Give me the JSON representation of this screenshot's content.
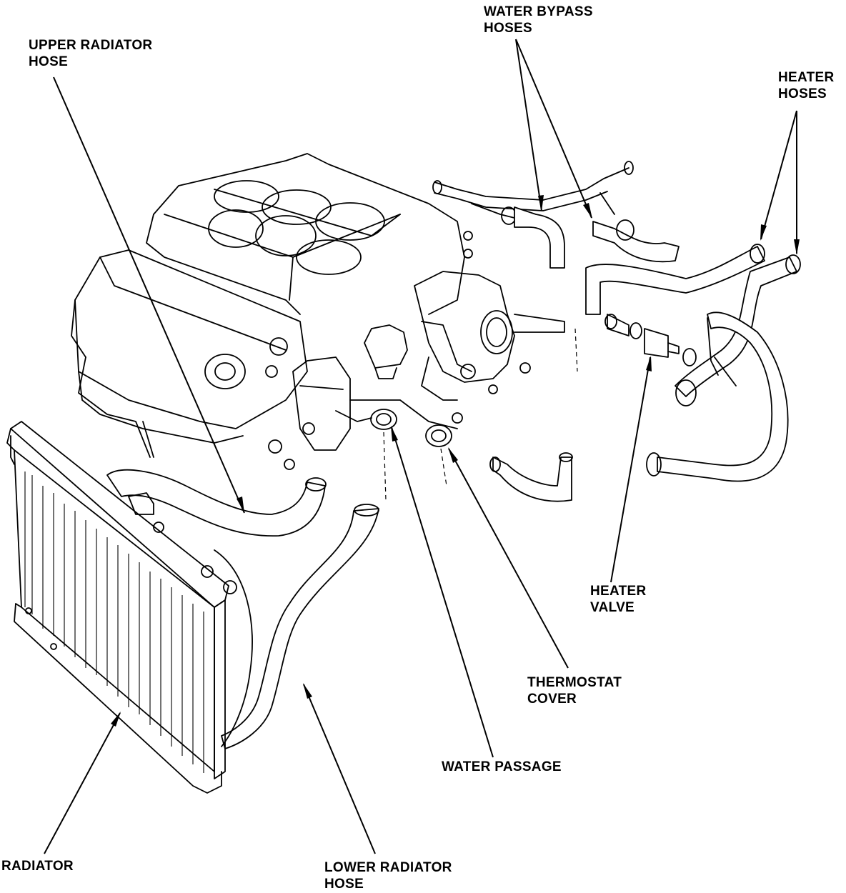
{
  "labels": {
    "upper_radiator_hose": [
      "UPPER RADIATOR",
      "HOSE"
    ],
    "water_bypass_hoses": [
      "WATER BYPASS",
      "HOSES"
    ],
    "heater_hoses": [
      "HEATER",
      "HOSES"
    ],
    "heater_valve": [
      "HEATER",
      "VALVE"
    ],
    "thermostat_cover": [
      "THERMOSTAT",
      "COVER"
    ],
    "water_passage": [
      "WATER PASSAGE"
    ],
    "radiator": [
      "RADIATOR"
    ],
    "lower_radiator_hose": [
      "LOWER RADIATOR",
      "HOSE"
    ]
  }
}
